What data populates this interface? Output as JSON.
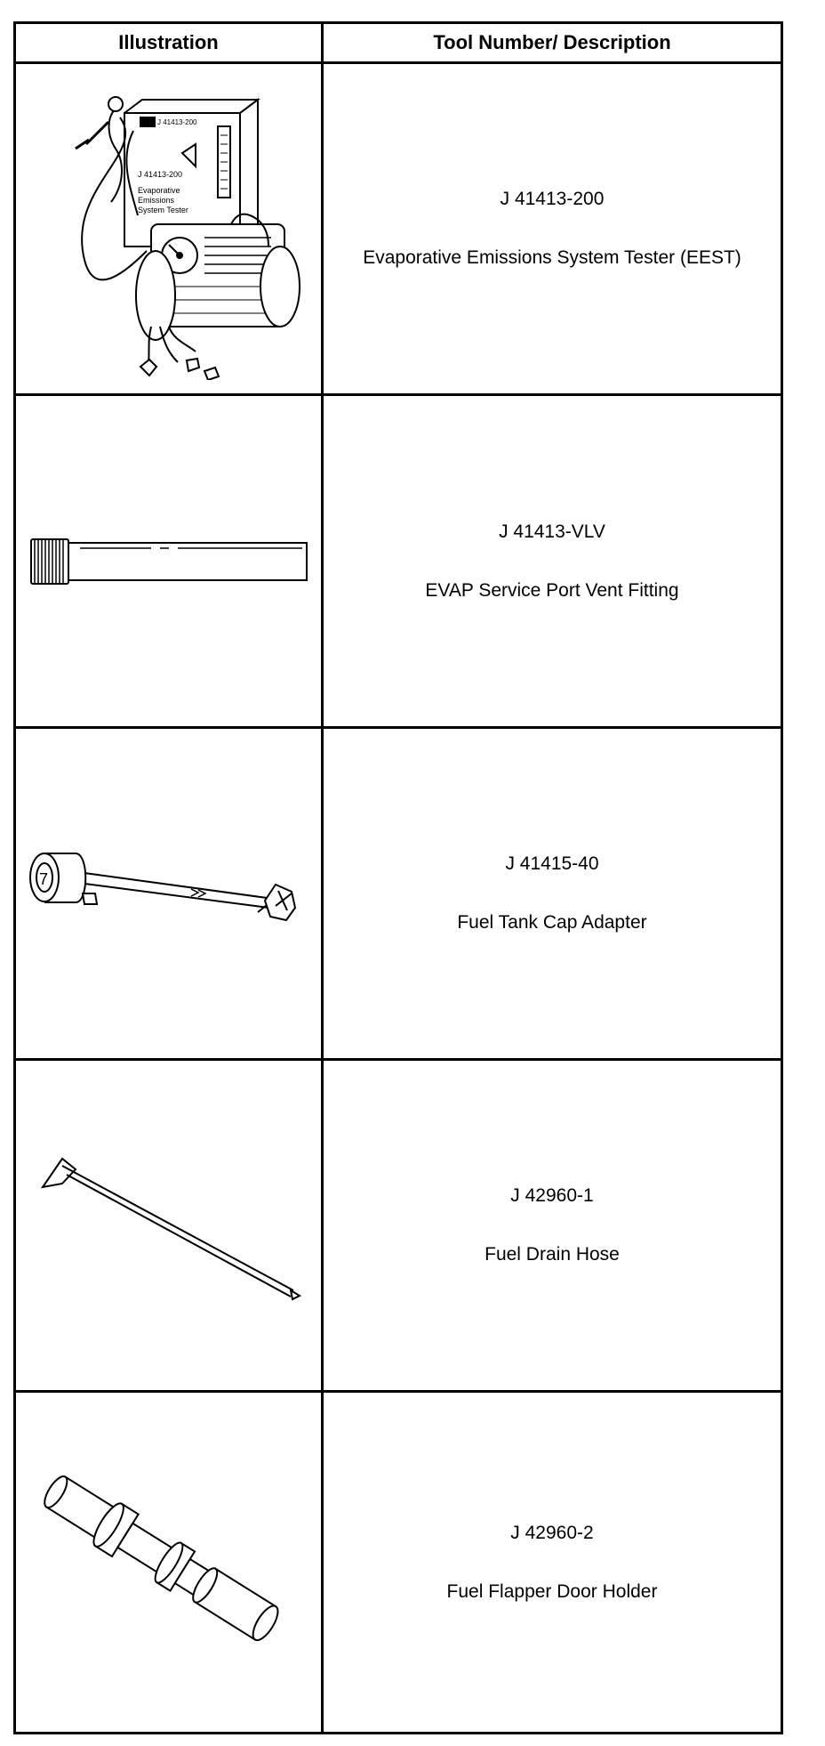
{
  "table": {
    "headers": {
      "illustration": "Illustration",
      "description": "Tool Number/ Description"
    },
    "rows": [
      {
        "tool_number": "J 41413-200",
        "description": "Evaporative Emissions System Tester (EEST)",
        "illustration_icon": "evap-tester-icon"
      },
      {
        "tool_number": "J 41413-VLV",
        "description": "EVAP Service Port Vent Fitting",
        "illustration_icon": "vent-fitting-icon"
      },
      {
        "tool_number": "J 41415-40",
        "description": "Fuel Tank Cap Adapter",
        "illustration_icon": "cap-adapter-icon"
      },
      {
        "tool_number": "J 42960-1",
        "description": "Fuel Drain Hose",
        "illustration_icon": "drain-hose-icon"
      },
      {
        "tool_number": "J 42960-2",
        "description": "Fuel Flapper Door Holder",
        "illustration_icon": "flapper-door-holder-icon"
      }
    ]
  },
  "device_label_lines": [
    "J 41413-200",
    "Evaporative",
    "Emissions",
    "System Tester"
  ]
}
